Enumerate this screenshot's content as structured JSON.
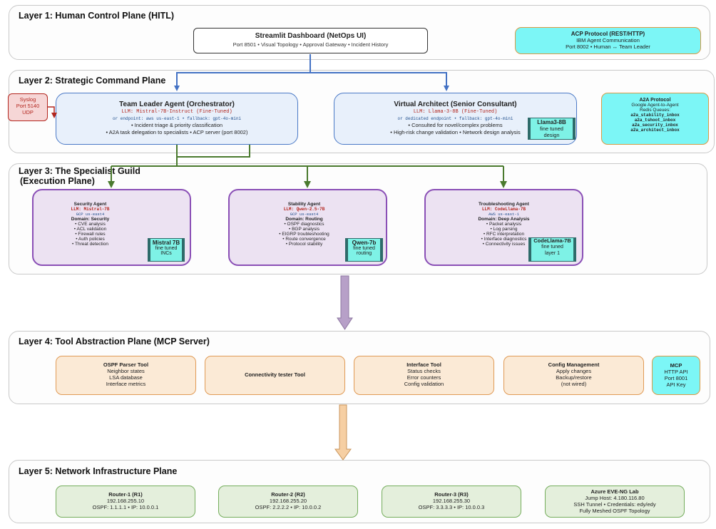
{
  "layer1": {
    "title": "Layer 1: Human Control Plane (HITL)",
    "dashboard": {
      "title": "Streamlit Dashboard (NetOps UI)",
      "subtitle": "Port 8501 • Visual Topology • Approval Gateway • Incident History"
    },
    "acp": {
      "title": "ACP Protocol (REST/HTTP)",
      "line1": "IBM Agent Communication",
      "line2": "Port 8002 • Human ↔ Team Leader"
    }
  },
  "layer2": {
    "title": "Layer 2: Strategic Command Plane",
    "syslog": {
      "line1": "Syslog",
      "line2": "Port 5140",
      "line3": "UDP"
    },
    "team_leader": {
      "title": "Team Leader Agent (Orchestrator)",
      "llm": "LLM: Mistral-7B-Instruct (Fine-Tuned)",
      "endpoint": "or endpoint: aws us-east-1 • fallback: gpt-4o-mini",
      "bullet1": "• Incident triage & priority classification",
      "bullet2": "• A2A task delegation to specialists • ACP server (port 8002)"
    },
    "architect": {
      "title": "Virtual Architect (Senior Consultant)",
      "llm": "LLM: Llama-3-8B (Fine-Tuned)",
      "endpoint": "or dedicated endpoint • fallback: gpt-4o-mini",
      "bullet1": "• Consulted for novel/complex problems",
      "bullet2": "• High-risk change validation • Network design analysis",
      "badge": {
        "title": "Llama3-8B",
        "line1": "fine tuned",
        "line2": "design"
      }
    },
    "a2a": {
      "title": "A2A Protocol",
      "line1": "Google Agent-to-Agent",
      "line2": "Redis Queues:",
      "queues": [
        "a2a_stability_inbox",
        "a2a_tshoot_inbox",
        "a2a_security_inbox",
        "a2a_architect_inbox"
      ]
    }
  },
  "layer3": {
    "title_line1": "Layer 3: The Specialist Guild",
    "title_line2": "(Execution Plane)",
    "security": {
      "title": "Security Agent",
      "llm": "LLM: Mistral-7B",
      "region": "GCP us-east4",
      "domain": "Domain: Security",
      "bullets": [
        "• CVE analysis",
        "• ACL validation",
        "• Firewall rules",
        "• Auth policies",
        "• Threat detection"
      ],
      "badge": {
        "title": "Mistral 7B",
        "line1": "fine tuned",
        "line2": "INCs"
      }
    },
    "stability": {
      "title": "Stability Agent",
      "llm": "LLM: Qwen-2.5-7B",
      "region": "GCP us-east4",
      "domain": "Domain: Routing",
      "bullets": [
        "• OSPF diagnostics",
        "• BGP analysis",
        "• EIGRP troubleshooting",
        "• Route convergence",
        "• Protocol stability"
      ],
      "badge": {
        "title": "Qwen-7b",
        "line1": "fine tuned",
        "line2": "routing"
      }
    },
    "troubleshooting": {
      "title": "Troubleshooting Agent",
      "llm": "LLM: CodeLlama-7B",
      "region": "AWS us-east-1",
      "domain": "Domain: Deep Analysis",
      "bullets": [
        "• Packet analysis",
        "• Log parsing",
        "• RFC interpretation",
        "• Interface diagnostics",
        "• Connectivity issues"
      ],
      "badge": {
        "title": "CodeLlama-7B",
        "line1": "fine tuned",
        "line2": "layer 1"
      }
    }
  },
  "layer4": {
    "title": "Layer 4: Tool Abstraction Plane (MCP Server)",
    "ospf": {
      "title": "OSPF Parser Tool",
      "lines": [
        "Neighbor states",
        "LSA database",
        "Interface metrics"
      ]
    },
    "connectivity": {
      "title": "Connectivity tester Tool"
    },
    "interface": {
      "title": "Interface Tool",
      "lines": [
        "Status checks",
        "Error counters",
        "Config validation"
      ]
    },
    "config": {
      "title": "Config Management",
      "lines": [
        "Apply changes",
        "Backup/restore",
        "(not wired)"
      ]
    },
    "mcp": {
      "title": "MCP",
      "lines": [
        "HTTP API",
        "Port 8001",
        "API Key"
      ]
    }
  },
  "layer5": {
    "title": "Layer 5: Network Infrastructure Plane",
    "r1": {
      "title": "Router-1 (R1)",
      "ip": "192.168.255.10",
      "ospf": "OSPF: 1.1.1.1 • IP: 10.0.0.1"
    },
    "r2": {
      "title": "Router-2 (R2)",
      "ip": "192.168.255.20",
      "ospf": "OSPF: 2.2.2.2 • IP: 10.0.0.2"
    },
    "r3": {
      "title": "Router-3 (R3)",
      "ip": "192.168.255.30",
      "ospf": "OSPF: 3.3.3.3 • IP: 10.0.0.3"
    },
    "lab": {
      "title": "Azure EVE-NG Lab",
      "line1": "Jump Host: 4.180.116.80",
      "line2": "SSH Tunnel • Credentials: edy/edy",
      "line3": "Fully Meshed OSPF Topology"
    }
  },
  "colors": {
    "blue_arrow": "#4472c4",
    "green_arrow": "#4a7a2e",
    "red_arrow": "#b3261e",
    "purple_arrow": "#b7a0c8",
    "orange_arrow": "#f6cfa3"
  }
}
